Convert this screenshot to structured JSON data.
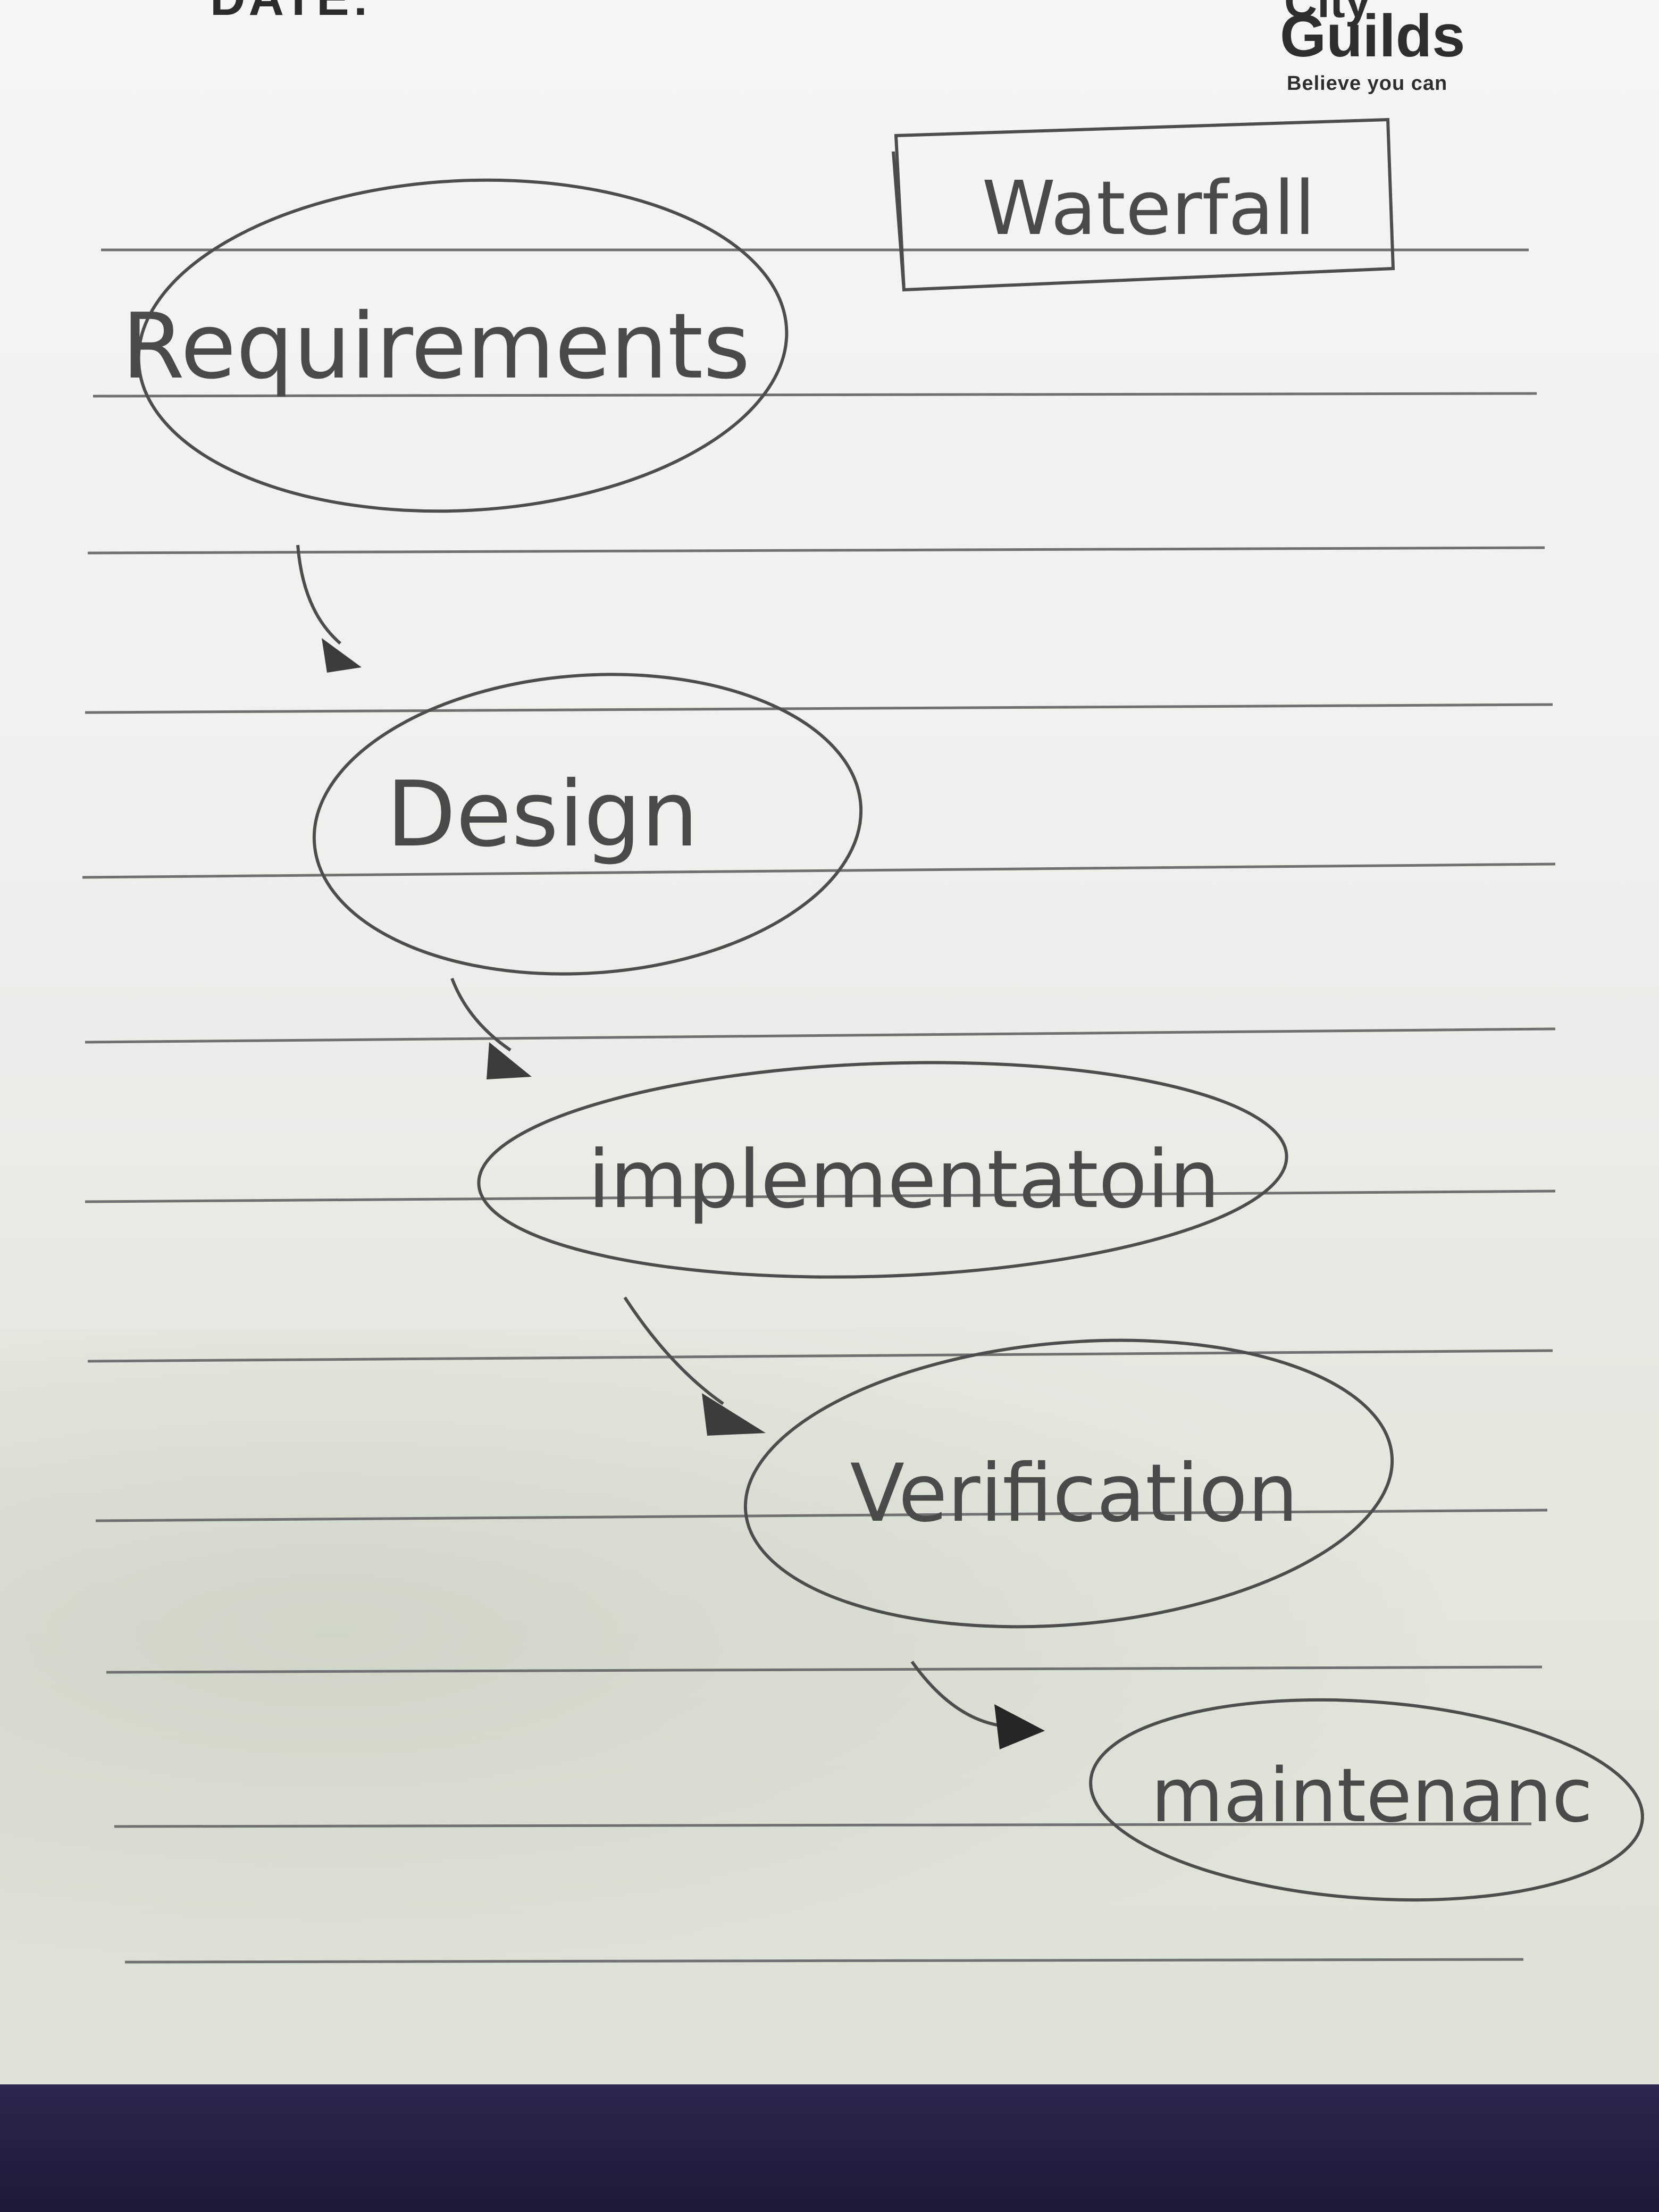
{
  "header": {
    "date_label": "DATE:",
    "logo": {
      "top_text": "City",
      "main_text": "Guilds",
      "tagline": "Believe you can",
      "accent_color": "#d8222a"
    }
  },
  "diagram": {
    "title": "Waterfall",
    "stages": [
      {
        "label": "Requirements"
      },
      {
        "label": "Design"
      },
      {
        "label": "implementatoin"
      },
      {
        "label": "Verification"
      },
      {
        "label": "maintenanc"
      }
    ]
  },
  "colors": {
    "pencil": "#4a4a4a",
    "ruled_line": "#6e6e6e",
    "paper": "#f2f3f0",
    "cloth": "#1f1d3a"
  }
}
